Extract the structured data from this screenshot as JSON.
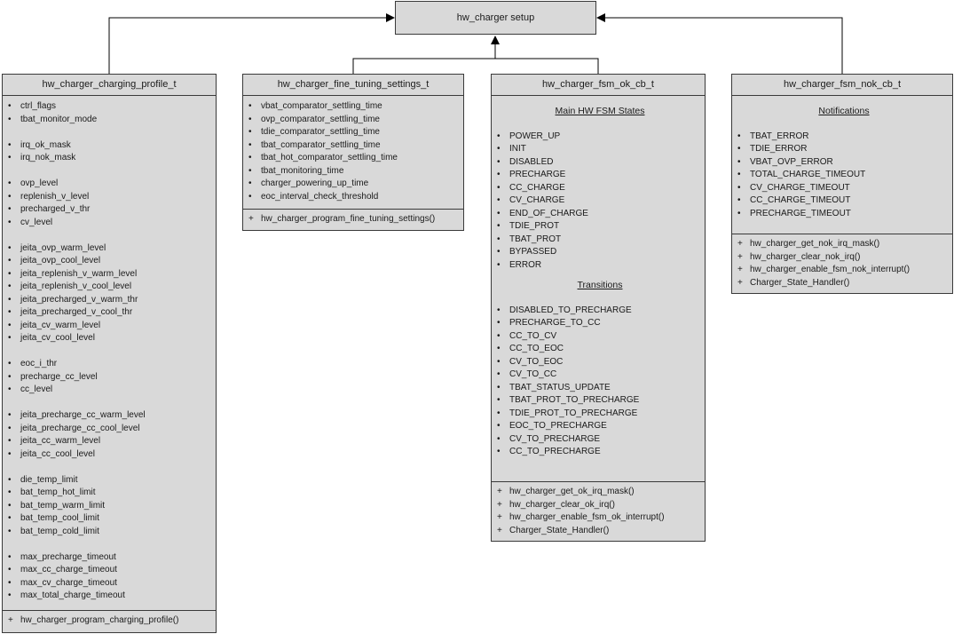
{
  "root": {
    "title": "hw_charger setup"
  },
  "charging_profile": {
    "title": "hw_charger_charging_profile_t",
    "attribute_groups": [
      [
        "ctrl_flags",
        "tbat_monitor_mode"
      ],
      [
        "irq_ok_mask",
        "irq_nok_mask"
      ],
      [
        "ovp_level",
        "replenish_v_level",
        "precharged_v_thr",
        "cv_level"
      ],
      [
        "jeita_ovp_warm_level",
        "jeita_ovp_cool_level",
        "jeita_replenish_v_warm_level",
        "jeita_replenish_v_cool_level",
        "jeita_precharged_v_warm_thr",
        "jeita_precharged_v_cool_thr",
        "jeita_cv_warm_level",
        "jeita_cv_cool_level"
      ],
      [
        "eoc_i_thr",
        "precharge_cc_level",
        "cc_level"
      ],
      [
        "jeita_precharge_cc_warm_level",
        "jeita_precharge_cc_cool_level",
        "jeita_cc_warm_level",
        "jeita_cc_cool_level"
      ],
      [
        "die_temp_limit",
        "bat_temp_hot_limit",
        "bat_temp_warm_limit",
        "bat_temp_cool_limit",
        "bat_temp_cold_limit"
      ],
      [
        "max_precharge_timeout",
        "max_cc_charge_timeout",
        "max_cv_charge_timeout",
        "max_total_charge_timeout"
      ]
    ],
    "operations": [
      "hw_charger_program_charging_profile()"
    ]
  },
  "fine_tuning": {
    "title": "hw_charger_fine_tuning_settings_t",
    "attributes": [
      "vbat_comparator_settling_time",
      "ovp_comparator_settling_time",
      "tdie_comparator_settling_time",
      "tbat_comparator_settling_time",
      "tbat_hot_comparator_settling_time",
      "tbat_monitoring_time",
      "charger_powering_up_time",
      "eoc_interval_check_threshold"
    ],
    "operations": [
      "hw_charger_program_fine_tuning_settings()"
    ]
  },
  "fsm_ok": {
    "title": "hw_charger_fsm_ok_cb_t",
    "states_heading": "Main HW FSM States",
    "states": [
      "POWER_UP",
      "INIT",
      "DISABLED",
      "PRECHARGE",
      "CC_CHARGE",
      "CV_CHARGE",
      "END_OF_CHARGE",
      "TDIE_PROT",
      "TBAT_PROT",
      "BYPASSED",
      "ERROR"
    ],
    "transitions_heading": "Transitions",
    "transitions": [
      "DISABLED_TO_PRECHARGE",
      "PRECHARGE_TO_CC",
      "CC_TO_CV",
      "CC_TO_EOC",
      "CV_TO_EOC",
      "CV_TO_CC",
      "TBAT_STATUS_UPDATE",
      "TBAT_PROT_TO_PRECHARGE",
      "TDIE_PROT_TO_PRECHARGE",
      "EOC_TO_PRECHARGE",
      "CV_TO_PRECHARGE",
      "CC_TO_PRECHARGE"
    ],
    "operations": [
      "hw_charger_get_ok_irq_mask()",
      "hw_charger_clear_ok_irq()",
      "hw_charger_enable_fsm_ok_interrupt()",
      "Charger_State_Handler()"
    ]
  },
  "fsm_nok": {
    "title": "hw_charger_fsm_nok_cb_t",
    "notifications_heading": "Notifications",
    "notifications": [
      "TBAT_ERROR",
      "TDIE_ERROR",
      "VBAT_OVP_ERROR",
      "TOTAL_CHARGE_TIMEOUT",
      "CV_CHARGE_TIMEOUT",
      "CC_CHARGE_TIMEOUT",
      "PRECHARGE_TIMEOUT"
    ],
    "operations": [
      "hw_charger_get_nok_irq_mask()",
      "hw_charger_clear_nok_irq()",
      "hw_charger_enable_fsm_nok_interrupt()",
      "Charger_State_Handler()"
    ]
  },
  "symbols": {
    "bullet": "•",
    "public": "+"
  },
  "colors": {
    "box_fill": "#d9d9d9",
    "border": "#3a3a3a",
    "line": "#000000"
  }
}
